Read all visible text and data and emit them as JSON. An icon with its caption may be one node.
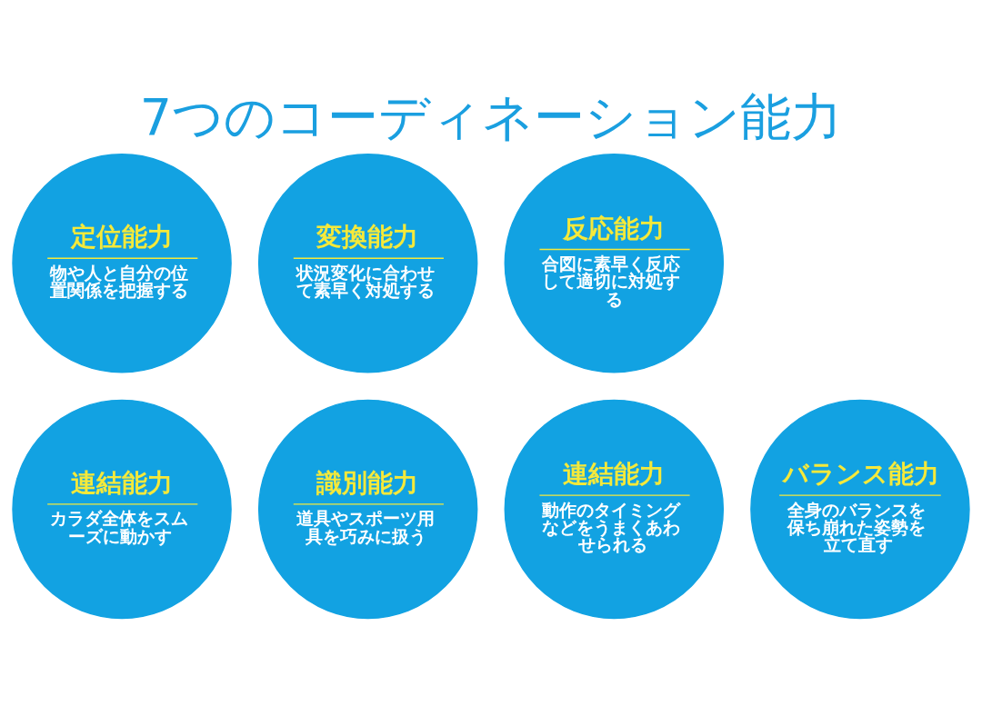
{
  "diagram": {
    "title": "7つのコーディネーション能力",
    "nodes": [
      {
        "text": [
          "定位能力",
          "物や人と自分の位置関係を把握する"
        ]
      },
      {
        "text": [
          "変換能力",
          "状況変化に合わせて素早く対処する"
        ]
      },
      {
        "text": [
          "反応能力",
          "合図に素早く反応して適切に対処する"
        ]
      },
      {
        "text": [
          "連結能力",
          "カラダ全体をスムーズに動かす"
        ]
      },
      {
        "text": [
          "識別能力",
          "道具やスポーツ用具を巧みに扱う"
        ]
      },
      {
        "text": [
          "連結能力",
          "動作のタイミングなどをうまくあわせられる"
        ]
      },
      {
        "text": [
          "バランス能力",
          "全身のバランスを保ち崩れた姿勢を立て直す"
        ]
      }
    ],
    "edges": []
  }
}
